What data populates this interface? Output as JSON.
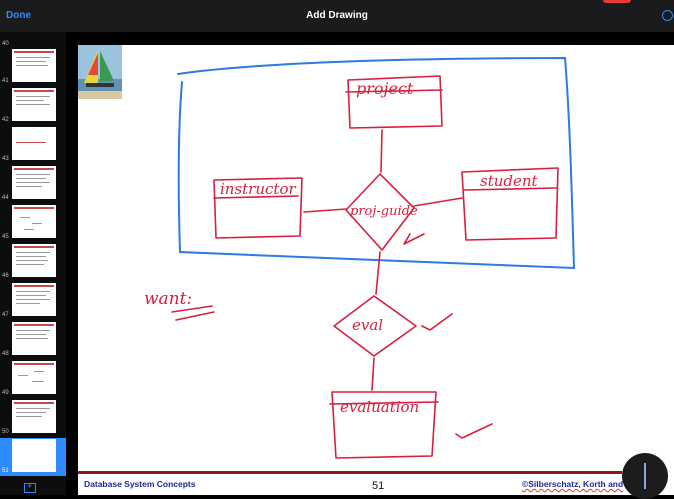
{
  "toolbar": {
    "done_label": "Done",
    "title": "Add Drawing"
  },
  "sidebar": {
    "slides": [
      {
        "number": "40"
      },
      {
        "number": "41"
      },
      {
        "number": "42"
      },
      {
        "number": "43"
      },
      {
        "number": "44"
      },
      {
        "number": "45"
      },
      {
        "number": "46"
      },
      {
        "number": "47"
      },
      {
        "number": "48"
      },
      {
        "number": "49"
      },
      {
        "number": "50"
      },
      {
        "number": "51",
        "active": true
      }
    ],
    "add_icon": "plus-icon"
  },
  "slide": {
    "footer_left": "Database System Concepts",
    "page_number": "51",
    "footer_right": "©Silberschatz, Korth and"
  },
  "drawing": {
    "ink_color": "#d81f3d",
    "frame_color": "#2d7be0",
    "labels": [
      "project",
      "instructor",
      "proj-guide",
      "student",
      "want:",
      "eval",
      "evaluation"
    ]
  },
  "colors": {
    "accent": "#2f8cff",
    "footer_text": "#1a2a9a",
    "footer_rule": "#8a1a1a"
  }
}
